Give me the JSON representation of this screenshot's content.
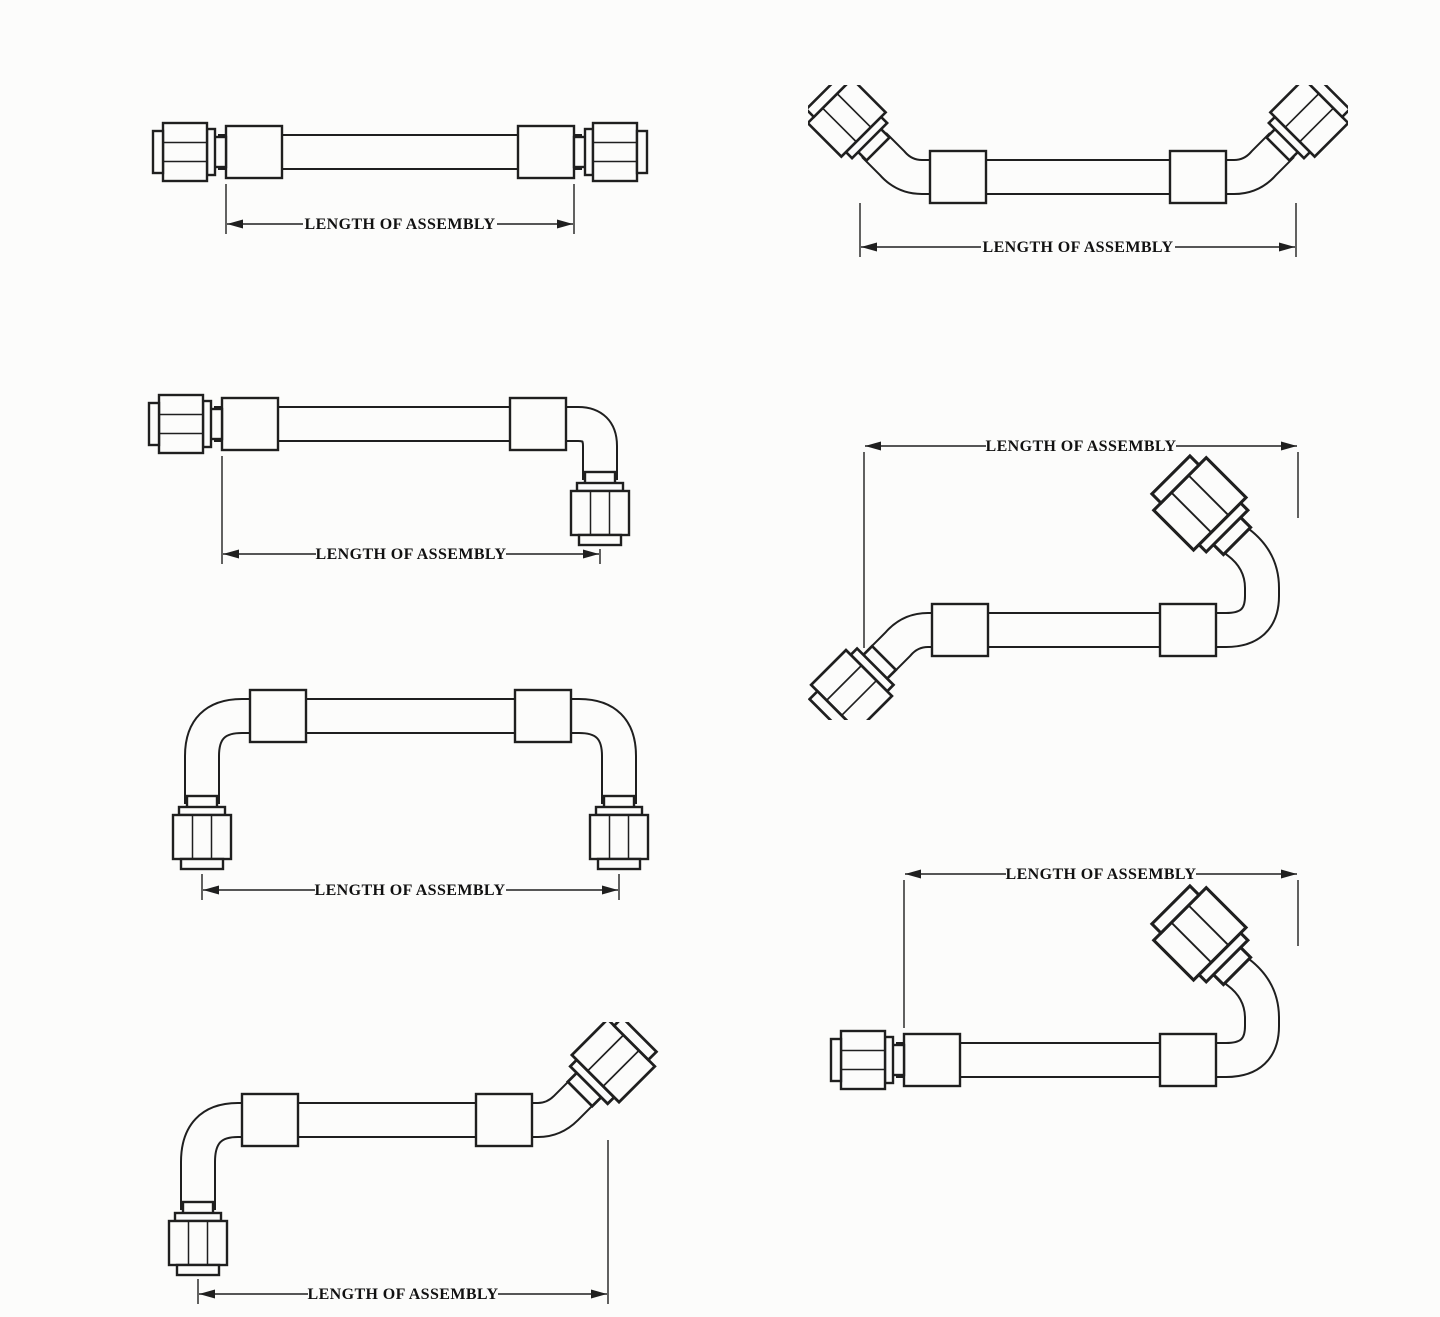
{
  "page": {
    "background_color": "#fcfcfb",
    "line_color": "#1f1f1f",
    "description": "Seven technical line drawings of hose assemblies with hex-nut end fittings, each dimensioned with arrows"
  },
  "diagrams": [
    {
      "name": "straight-fitting-both-ends",
      "label": "LENGTH OF ASSEMBLY"
    },
    {
      "name": "45-degree-fitting-both-ends",
      "label": "LENGTH OF ASSEMBLY"
    },
    {
      "name": "straight-and-90-degree-elbow",
      "label": "LENGTH OF ASSEMBLY"
    },
    {
      "name": "45-degree-and-swept-bend",
      "label": "LENGTH OF ASSEMBLY"
    },
    {
      "name": "90-degree-elbow-both-ends",
      "label": "LENGTH OF ASSEMBLY"
    },
    {
      "name": "straight-and-swept-bend",
      "label": "LENGTH OF ASSEMBLY"
    },
    {
      "name": "90-degree-elbow-and-45-degree",
      "label": "LENGTH OF ASSEMBLY"
    }
  ]
}
